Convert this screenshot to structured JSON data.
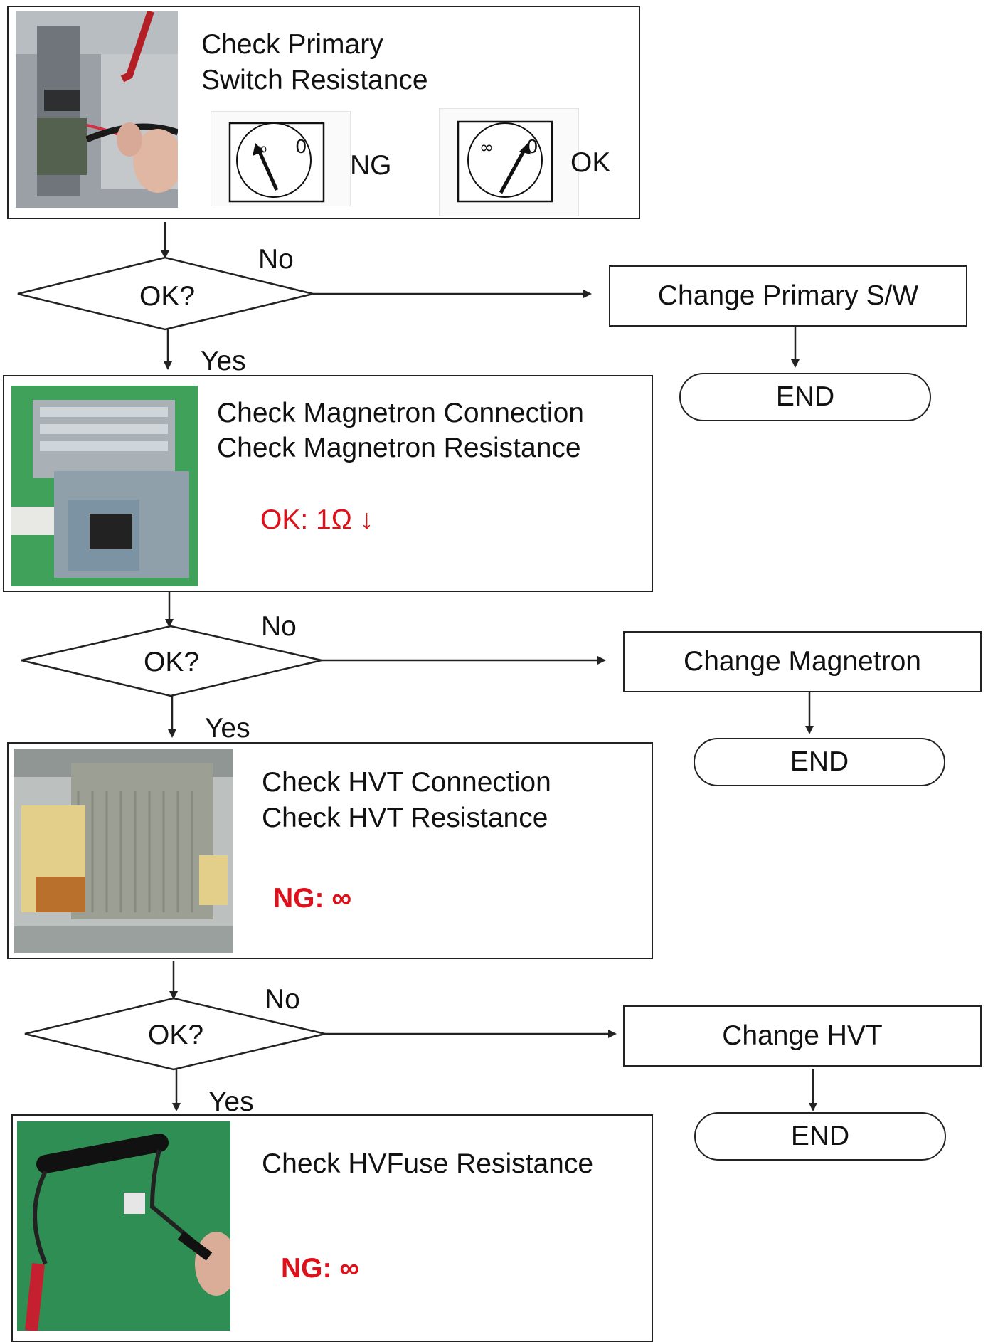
{
  "steps": [
    {
      "title_l1": "Check Primary",
      "title_l2": "Switch Resistance",
      "meter_ng": "NG",
      "meter_ok": "OK",
      "meter_inf": "∞",
      "meter_zero": "0"
    },
    {
      "title_l1": "Check Magnetron Connection",
      "title_l2": "Check Magnetron Resistance",
      "note": "OK: 1Ω ↓"
    },
    {
      "title_l1": "Check HVT Connection",
      "title_l2": "Check HVT Resistance",
      "note": "NG: ∞"
    },
    {
      "title_l1": "Check HVFuse  Resistance",
      "note": "NG: ∞"
    }
  ],
  "decisions": [
    {
      "label": "OK?",
      "no": "No",
      "yes": "Yes",
      "action": "Change Primary S/W",
      "end": "END"
    },
    {
      "label": "OK?",
      "no": "No",
      "yes": "Yes",
      "action": "Change Magnetron",
      "end": "END"
    },
    {
      "label": "OK?",
      "no": "No",
      "yes": "Yes",
      "action": "Change HVT",
      "end": "END"
    }
  ],
  "colors": {
    "note_red": "#e0101a",
    "line": "#222222"
  }
}
